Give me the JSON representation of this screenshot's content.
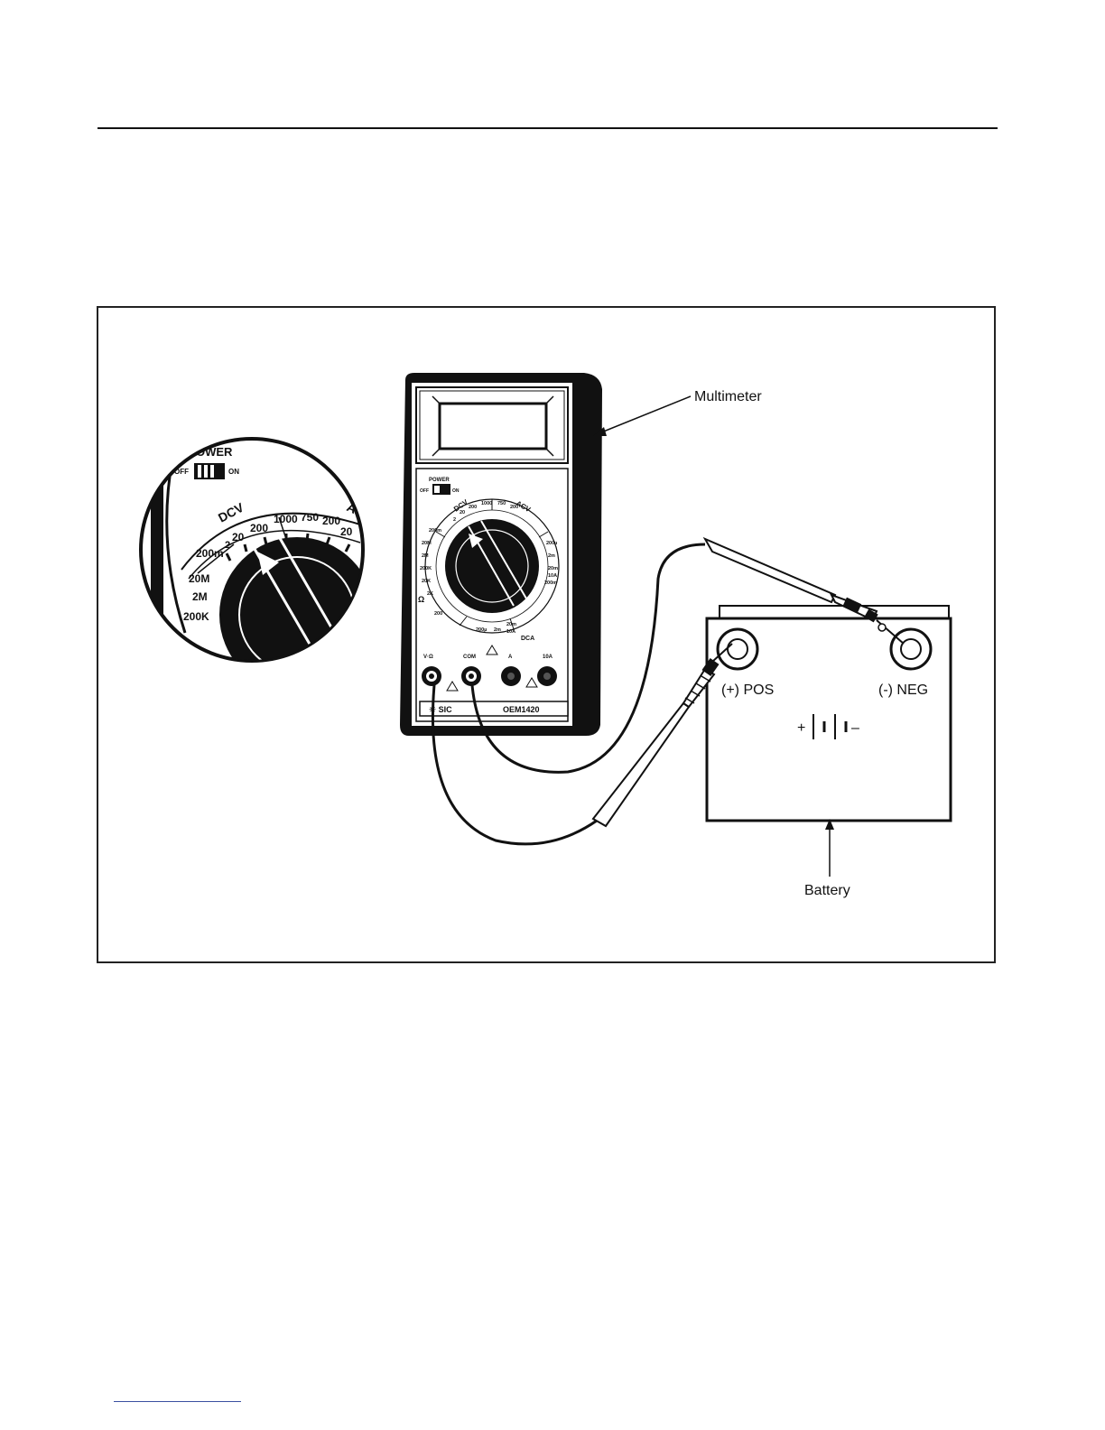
{
  "labels": {
    "multimeter": "Multimeter",
    "battery": "Battery",
    "pos_terminal": "(+) POS",
    "neg_terminal": "(-) NEG",
    "battery_symbol_plus": "+",
    "battery_symbol_minus": "–"
  },
  "multimeter": {
    "power_label": "POWER",
    "power_off": "OFF",
    "power_on": "ON",
    "dial_sections": [
      "DCV",
      "ACV",
      "DCA"
    ],
    "dcv_ranges": [
      "200m",
      "2",
      "20",
      "200",
      "1000"
    ],
    "acv_ranges": [
      "750",
      "200"
    ],
    "resistance_ranges": [
      "200",
      "2K",
      "20K",
      "200K",
      "2M",
      "20M"
    ],
    "dca_ranges": [
      "200µ",
      "2m",
      "20m",
      "10A"
    ],
    "right_ranges": [
      "200µ",
      "2m",
      "20m",
      "10A",
      "200m"
    ],
    "jacks": [
      "V·Ω",
      "COM",
      "A",
      "10A"
    ],
    "brand": "☀ SIC",
    "model": "OEM1420"
  },
  "zoom_inset": {
    "power_label": "OWER",
    "power_off": "OFF",
    "power_on": "ON",
    "dcv": "DCV",
    "ac": "A",
    "scale_top": [
      "20",
      "200",
      "1000",
      "750",
      "200",
      "20"
    ],
    "scale_left": [
      "2",
      "200m",
      "20M",
      "2M",
      "200K"
    ]
  }
}
